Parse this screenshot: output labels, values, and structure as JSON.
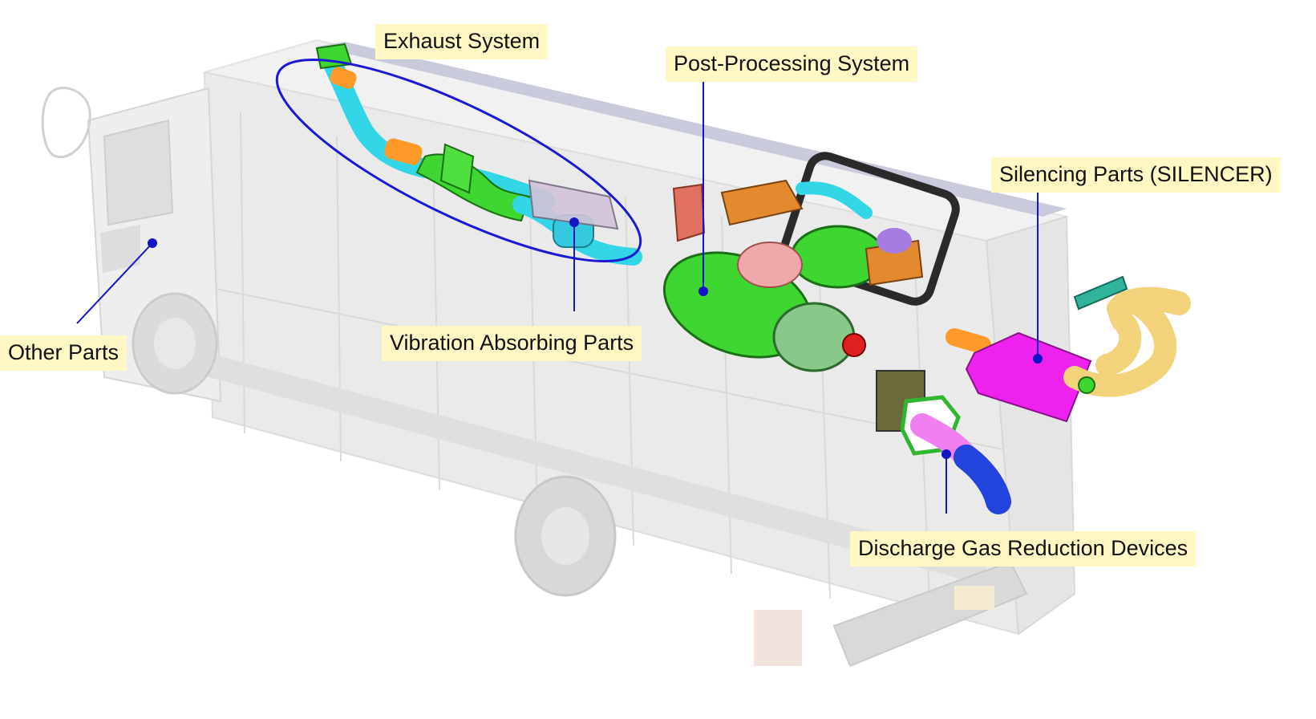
{
  "callouts": {
    "exhaust": "Exhaust System",
    "post_processing": "Post-Processing System",
    "silencing": "Silencing Parts (SILENCER)",
    "vibration": "Vibration Absorbing Parts",
    "other": "Other Parts",
    "discharge": "Discharge Gas Reduction Devices"
  },
  "colors": {
    "callout_bg": "#fff8c4",
    "leader_line": "#1414c8",
    "exhaust_ellipse": "#1a1ad6",
    "truck_body": "#ececec",
    "pipe_cyan": "#33d6e6",
    "pipe_orange": "#ff9a2a",
    "component_green": "#3ed630",
    "silencer_magenta": "#ee22ee",
    "tailpipe_yellow": "#f2d27a",
    "outlet_blue": "#2244dd",
    "bracket_salmon": "#e07060"
  }
}
